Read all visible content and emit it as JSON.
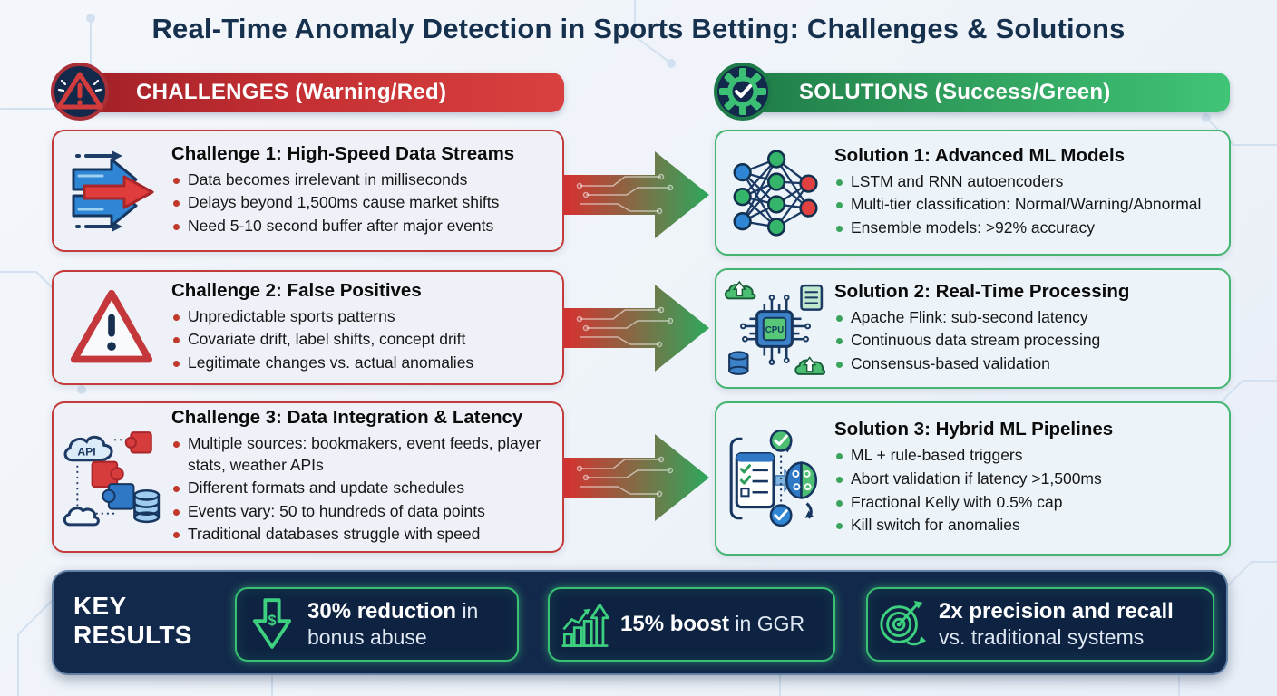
{
  "title": "Real-Time Anomaly Detection in Sports Betting: Challenges & Solutions",
  "challenges": {
    "banner": "CHALLENGES (Warning/Red)",
    "badge_icon": "warning-triangle-badge-icon",
    "accent_color": "#c43b3b",
    "cards": [
      {
        "icon": "speed-arrows-icon",
        "title": "Challenge 1: High-Speed Data Streams",
        "bullets": [
          "Data becomes irrelevant in milliseconds",
          "Delays beyond 1,500ms cause market shifts",
          "Need 5-10 second buffer after major events"
        ]
      },
      {
        "icon": "warning-triangle-icon",
        "title": "Challenge 2: False Positives",
        "bullets": [
          "Unpredictable sports patterns",
          "Covariate drift, label shifts, concept drift",
          "Legitimate changes vs. actual anomalies"
        ]
      },
      {
        "icon": "api-puzzle-integration-icon",
        "title": "Challenge 3: Data Integration & Latency",
        "bullets": [
          "Multiple sources: bookmakers, event feeds, player stats, weather APIs",
          "Different formats and update schedules",
          "Events vary: 50 to hundreds of data points",
          "Traditional databases struggle with speed"
        ]
      }
    ]
  },
  "solutions": {
    "banner": "SOLUTIONS (Success/Green)",
    "badge_icon": "gear-check-badge-icon",
    "accent_color": "#43b570",
    "cards": [
      {
        "icon": "neural-network-icon",
        "title": "Solution 1: Advanced ML Models",
        "bullets": [
          "LSTM and RNN autoencoders",
          "Multi-tier classification: Normal/Warning/Abnormal",
          "Ensemble models: >92% accuracy"
        ]
      },
      {
        "icon": "cpu-chip-icon",
        "title": "Solution 2: Real-Time Processing",
        "bullets": [
          "Apache Flink: sub-second latency",
          "Continuous data stream processing",
          "Consensus-based validation"
        ]
      },
      {
        "icon": "checklist-brain-icon",
        "title": "Solution 3: Hybrid ML Pipelines",
        "bullets": [
          "ML + rule-based triggers",
          "Abort validation if latency >1,500ms",
          "Fractional Kelly with 0.5% cap",
          "Kill switch for anomalies"
        ]
      }
    ]
  },
  "key_results": {
    "label": "KEY RESULTS",
    "items": [
      {
        "icon": "dollar-down-arrow-icon",
        "strong": "30% reduction",
        "rest": "in bonus abuse"
      },
      {
        "icon": "growth-chart-icon",
        "strong": "15% boost",
        "rest": "in GGR"
      },
      {
        "icon": "target-arrow-icon",
        "strong": "2x precision and recall",
        "rest": "vs. traditional systems"
      }
    ]
  },
  "icon_labels": {
    "cpu": "CPU",
    "api": "API"
  },
  "colors": {
    "title_navy": "#16314e",
    "challenge_red": "#c42f33",
    "solution_green": "#2f9e5c",
    "keybar_navy": "#13294b",
    "badge_green": "#38c172",
    "arrow_gradient": [
      "#d8302f",
      "#2ca85c"
    ]
  }
}
